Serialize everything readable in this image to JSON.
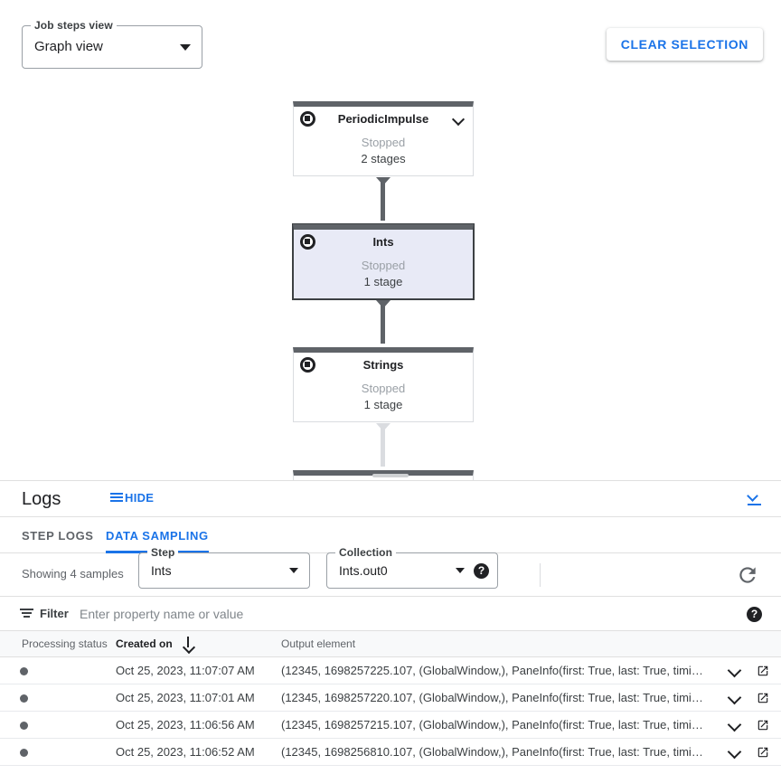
{
  "graph": {
    "job_steps_view": {
      "legend": "Job steps view",
      "value": "Graph view",
      "caret_icon": "chevron-down-icon"
    },
    "clear_selection_label": "CLEAR SELECTION",
    "nodes": [
      {
        "title": "PeriodicImpulse",
        "status": "Stopped",
        "stages": "2 stages",
        "selected": false,
        "icon": "stop-icon",
        "chevron": "chevron-down-icon"
      },
      {
        "title": "Ints",
        "status": "Stopped",
        "stages": "1 stage",
        "selected": true,
        "icon": "stop-icon",
        "chevron": ""
      },
      {
        "title": "Strings",
        "status": "Stopped",
        "stages": "1 stage",
        "selected": false,
        "icon": "stop-icon",
        "chevron": ""
      }
    ]
  },
  "logs": {
    "title": "Logs",
    "hide_label": "HIDE",
    "hide_icon": "list-icon",
    "collapse_icon": "expand-down-icon",
    "tabs": [
      {
        "label": "STEP LOGS",
        "active": false
      },
      {
        "label": "DATA SAMPLING",
        "active": true
      }
    ],
    "selectors": {
      "showing_text": "Showing 4 samples",
      "step": {
        "legend": "Step",
        "value": "Ints"
      },
      "collection": {
        "legend": "Collection",
        "value": "Ints.out0",
        "help_icon": "help-icon"
      },
      "refresh_icon": "refresh-icon"
    },
    "filter": {
      "icon": "filter-list-icon",
      "label": "Filter",
      "placeholder": "Enter property name or value",
      "value": "",
      "help_icon": "help-icon"
    },
    "table": {
      "columns": [
        {
          "label": "Processing status",
          "sorted": false
        },
        {
          "label": "Created on",
          "sorted": true,
          "sort_dir": "desc",
          "sort_icon": "arrow-downward-icon"
        },
        {
          "label": "Output element",
          "sorted": false
        }
      ],
      "rows": [
        {
          "status": "processed",
          "created_on": "Oct 25, 2023, 11:07:07 AM",
          "output_element": "(12345, 1698257225.107, (GlobalWindow,), PaneInfo(first: True, last: True, timing…",
          "expand_icon": "chevron-down-icon",
          "open_icon": "open-in-new-icon"
        },
        {
          "status": "processed",
          "created_on": "Oct 25, 2023, 11:07:01 AM",
          "output_element": "(12345, 1698257220.107, (GlobalWindow,), PaneInfo(first: True, last: True, timing…",
          "expand_icon": "chevron-down-icon",
          "open_icon": "open-in-new-icon"
        },
        {
          "status": "processed",
          "created_on": "Oct 25, 2023, 11:06:56 AM",
          "output_element": "(12345, 1698257215.107, (GlobalWindow,), PaneInfo(first: True, last: True, timing…",
          "expand_icon": "chevron-down-icon",
          "open_icon": "open-in-new-icon"
        },
        {
          "status": "processed",
          "created_on": "Oct 25, 2023, 11:06:52 AM",
          "output_element": "(12345, 1698256810.107, (GlobalWindow,), PaneInfo(first: True, last: True, timing…",
          "expand_icon": "chevron-down-icon",
          "open_icon": "open-in-new-icon"
        }
      ]
    }
  },
  "colors": {
    "accent": "#1a73e8",
    "node_bar": "#5f6368",
    "node_selected_bg": "#e8eaf6",
    "muted_text": "#5f6368"
  }
}
